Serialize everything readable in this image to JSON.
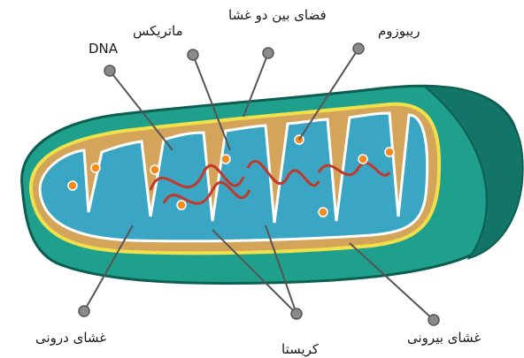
{
  "labels": {
    "dna": "DNA",
    "matrix": "ماتریکس",
    "intermembrane_space": "فضای بین دو غشا",
    "ribosome": "ریبوزوم",
    "inner_membrane": "غشای درونی",
    "cristae": "کریستا",
    "outer_membrane": "غشای بیرونی"
  },
  "colors": {
    "outer_membrane": "#1fa08c",
    "outer_membrane_dark": "#137567",
    "membrane_outline": "#f0e04a",
    "intermembrane": "#d4a45a",
    "matrix": "#3aa6c4",
    "dna": "#c0392b",
    "ribosome": "#f28a1e",
    "leader_line": "#555555",
    "leader_dot": "#8a8a8a"
  }
}
